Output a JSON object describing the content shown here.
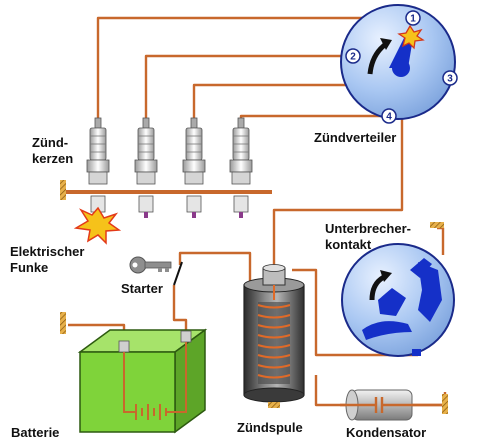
{
  "labels": {
    "spark_plugs_line1": "Zünd-",
    "spark_plugs_line2": "kerzen",
    "distributor": "Zündverteiler",
    "breaker_line1": "Unterbrecher-",
    "breaker_line2": "kontakt",
    "spark_line1": "Elektrischer",
    "spark_line2": "Funke",
    "starter": "Starter",
    "battery": "Batterie",
    "coil": "Zündspule",
    "condenser": "Kondensator"
  },
  "distributor_terminals": [
    "1",
    "2",
    "3",
    "4"
  ],
  "colors": {
    "wire": "#c8682c",
    "distributor_fill": "#a9c7f2",
    "distributor_stroke": "#1a2a8a",
    "rotor": "#1530c8",
    "battery_green": "#7fd33a",
    "coil_dark": "#444444",
    "frame": "#a87a2a"
  }
}
